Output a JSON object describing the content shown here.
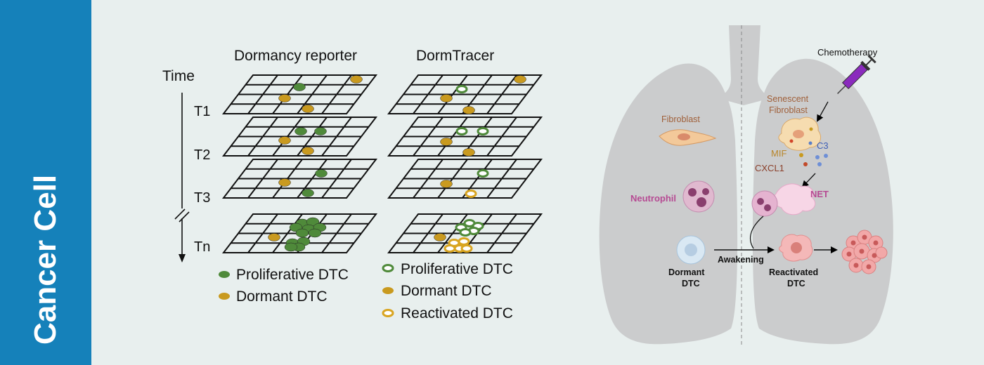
{
  "journal": "Cancer Cell",
  "colors": {
    "sidebar": "#1581ba",
    "background": "#e8efee",
    "proliferative": "#4f8a3a",
    "dormant": "#c99a1f",
    "reactivated": "#d9a521",
    "lung": "#cbcccd",
    "syringe": "#8a2bbd",
    "net_label": "#b64a93",
    "fibroblast_label": "#a0603a"
  },
  "timeline": {
    "label": "Time",
    "points": [
      "T1",
      "T2",
      "T3",
      "Tn"
    ]
  },
  "panels": {
    "reporter": {
      "title": "Dormancy reporter",
      "legend": [
        {
          "label": "Proliferative DTC",
          "marker": "filled-green-dot"
        },
        {
          "label": "Dormant DTC",
          "marker": "filled-gold-dot"
        }
      ]
    },
    "tracer": {
      "title": "DormTracer",
      "legend": [
        {
          "label": "Proliferative DTC",
          "marker": "green-ring"
        },
        {
          "label": "Dormant DTC",
          "marker": "filled-gold-dot"
        },
        {
          "label": "Reactivated DTC",
          "marker": "gold-ring"
        }
      ]
    }
  },
  "lung": {
    "labels": {
      "chemotherapy": "Chemotherapy",
      "senescent_1": "Senescent",
      "senescent_2": "Fibroblast",
      "fibroblast": "Fibroblast",
      "c3": "C3",
      "mif": "MIF",
      "cxcl1": "CXCL1",
      "neutrophil": "Neutrophil",
      "net": "NET",
      "dormant_1": "Dormant",
      "dormant_2": "DTC",
      "awakening": "Awakening",
      "reactivated_1": "Reactivated",
      "reactivated_2": "DTC"
    }
  }
}
